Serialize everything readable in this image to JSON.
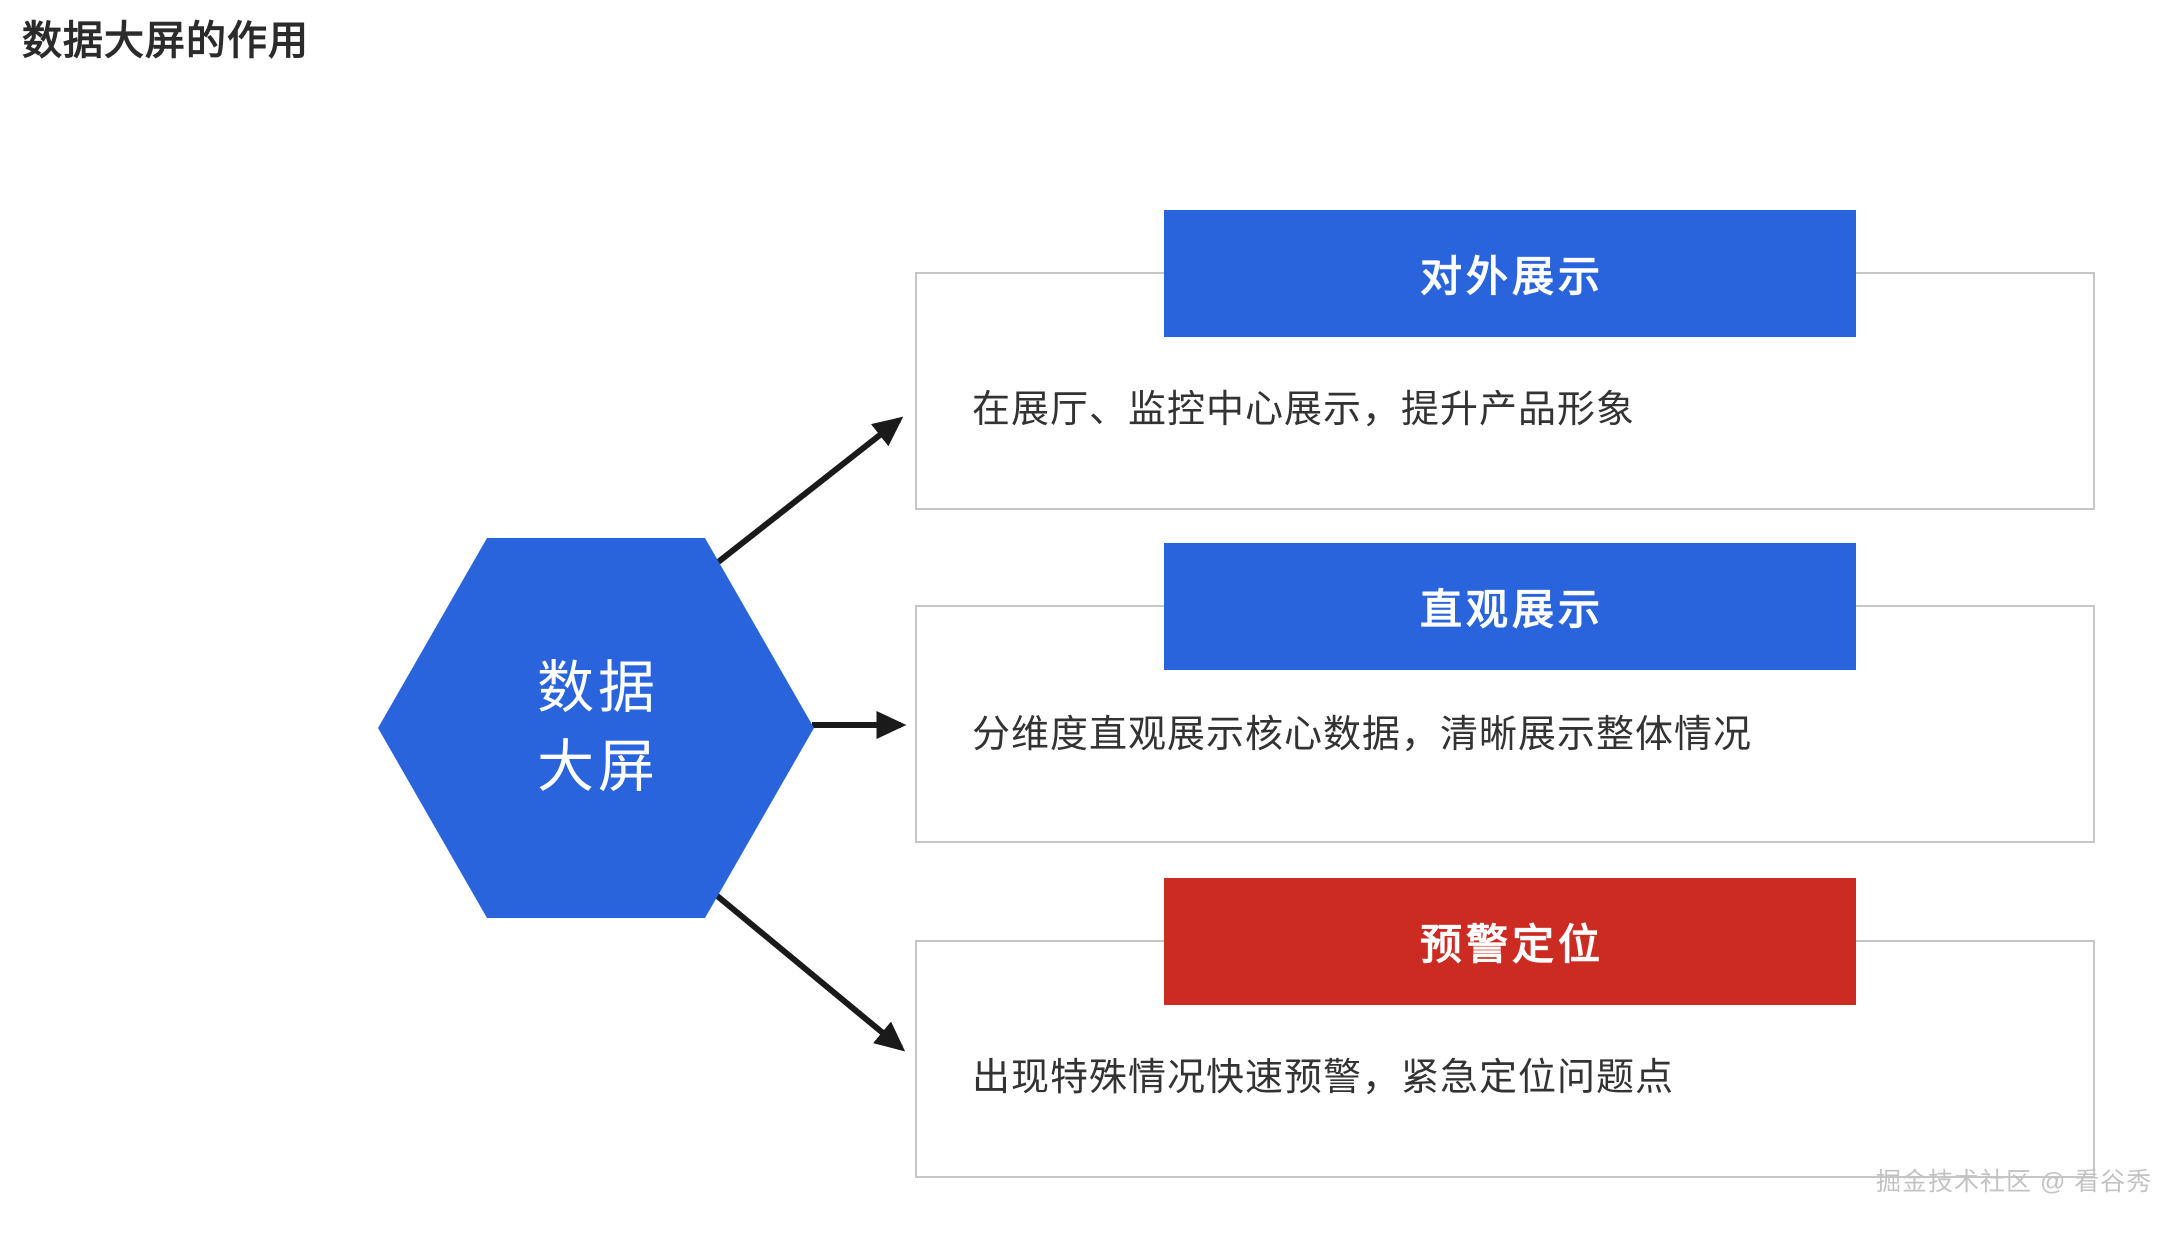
{
  "page": {
    "title": "数据大屏的作用",
    "background_color": "#ffffff"
  },
  "colors": {
    "accent_blue": "#2A64DC",
    "accent_red": "#CC2B22",
    "card_border": "#c6c6c6",
    "title_text": "#2b2b2b",
    "body_text": "#333333",
    "watermark_text": "#c3c3c3",
    "arrow": "#1a1a1a"
  },
  "hexagon": {
    "line1": "数据",
    "line2": "大屏",
    "fill": "#2A64DC",
    "text_color": "#ffffff"
  },
  "cards": [
    {
      "banner_label": "对外展示",
      "banner_color": "#2A64DC",
      "description": "在展厅、监控中心展示，提升产品形象"
    },
    {
      "banner_label": "直观展示",
      "banner_color": "#2A64DC",
      "description": "分维度直观展示核心数据，清晰展示整体情况"
    },
    {
      "banner_label": "预警定位",
      "banner_color": "#CC2B22",
      "description": "出现特殊情况快速预警，紧急定位问题点"
    }
  ],
  "connectors": [
    {
      "name": "arrow-to-card-1",
      "direction": "up-right"
    },
    {
      "name": "arrow-to-card-2",
      "direction": "right"
    },
    {
      "name": "arrow-to-card-3",
      "direction": "down-right"
    }
  ],
  "watermark": {
    "text": "掘金技术社区 @ 看谷秀"
  }
}
